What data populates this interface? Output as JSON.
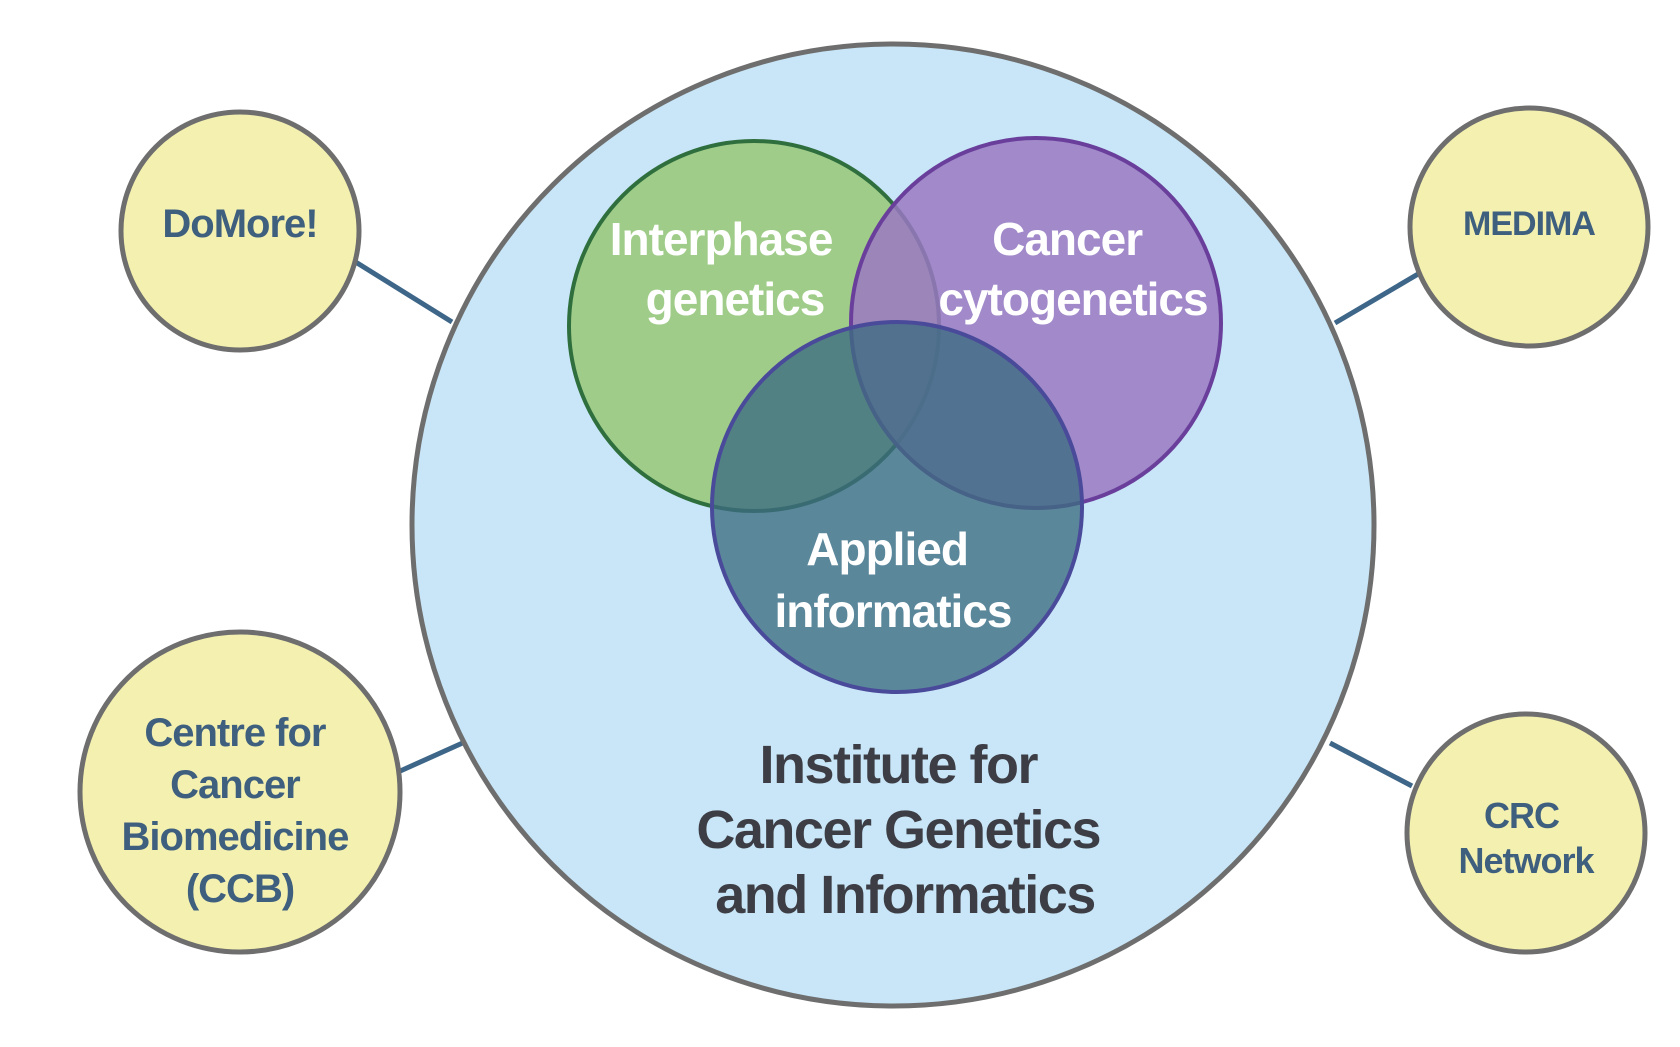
{
  "colors": {
    "background": "#ffffff",
    "outer_circle_fill": "#c8e6f7",
    "outer_circle_stroke": "#6e6e6e",
    "partner_fill": "#f4f1b0",
    "partner_stroke": "#6e6e6e",
    "partner_text": "#3f5f7e",
    "connector": "#3e6688",
    "center_text": "#3d3d45",
    "interphase_fill": "#95c46a",
    "interphase_stroke": "#2f6f3e",
    "cytogenetics_fill": "#9a78c2",
    "cytogenetics_stroke": "#6a3f9c",
    "informatics_fill": "#3c6c82",
    "informatics_stroke": "#4a4a9a",
    "venn_text": "#ffffff"
  },
  "institute": {
    "lines": [
      "Institute for",
      "Cancer Genetics",
      "and Informatics"
    ]
  },
  "venn": {
    "interphase": {
      "lines": [
        "Interphase",
        "genetics"
      ]
    },
    "cytogenetics": {
      "lines": [
        "Cancer",
        "cytogenetics"
      ]
    },
    "informatics": {
      "lines": [
        "Applied",
        "informatics"
      ]
    }
  },
  "partners": {
    "domore": {
      "lines": [
        "DoMore!"
      ]
    },
    "medima": {
      "lines": [
        "MEDIMA"
      ]
    },
    "ccb": {
      "lines": [
        "Centre for",
        "Cancer",
        "Biomedicine",
        "(CCB)"
      ]
    },
    "crc": {
      "lines": [
        "CRC",
        "Network"
      ]
    }
  }
}
